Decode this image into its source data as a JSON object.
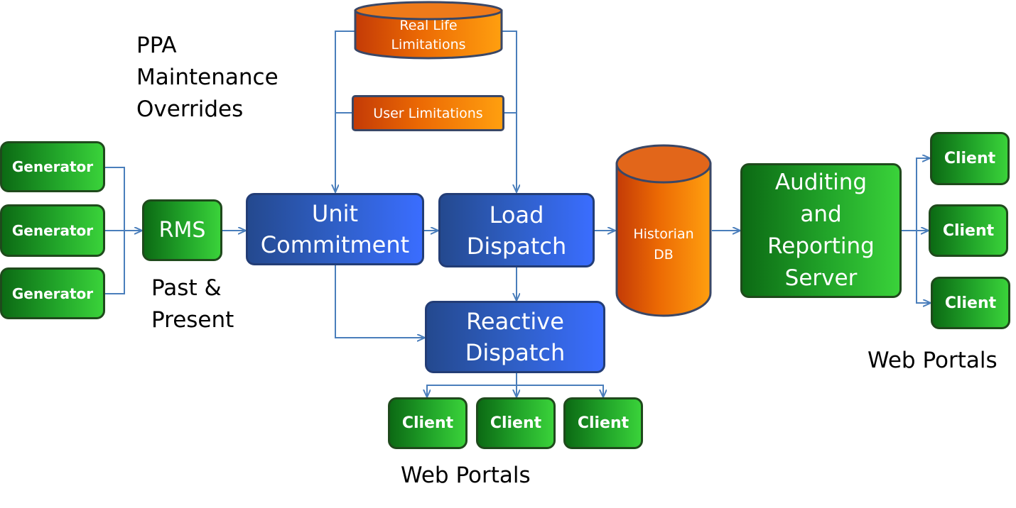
{
  "labels": {
    "ppa_lines": [
      "PPA",
      "Maintenance",
      "Overrides"
    ],
    "past_lines": [
      "Past &",
      "Present"
    ],
    "web_portals_right": "Web Portals",
    "web_portals_bottom": "Web Portals"
  },
  "generators": [
    "Generator",
    "Generator",
    "Generator"
  ],
  "rms": "RMS",
  "real_life_limitations": [
    "Real Life",
    "Limitations"
  ],
  "user_limitations": "User Limitations",
  "unit_commitment": [
    "Unit",
    "Commitment"
  ],
  "load_dispatch": [
    "Load",
    "Dispatch"
  ],
  "reactive_dispatch": [
    "Reactive",
    "Dispatch"
  ],
  "historian_db": [
    "Historian",
    "DB"
  ],
  "auditing_server": [
    "Auditing",
    "and",
    "Reporting",
    "Server"
  ],
  "clients_right": [
    "Client",
    "Client",
    "Client"
  ],
  "clients_bottom": [
    "Client",
    "Client",
    "Client"
  ],
  "colors": {
    "connector": "#4a7ebb",
    "green_dark": "#0c6a14",
    "green_light": "#3ad23a",
    "blue_dark": "#24498f",
    "blue_light": "#3a6dff",
    "orange_dark": "#c43b06",
    "orange_light": "#ff9f0f"
  }
}
